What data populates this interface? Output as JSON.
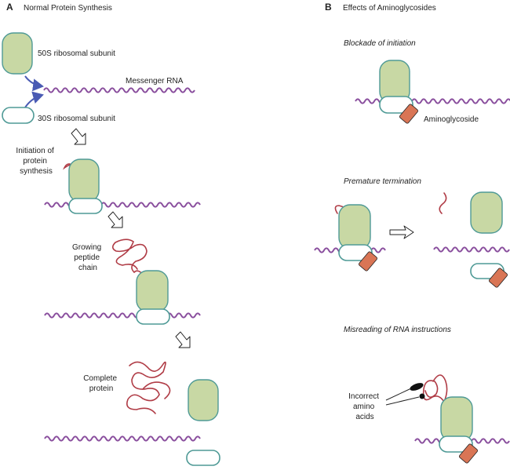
{
  "colors": {
    "ribosome_large": "#c8d8a4",
    "ribosome_stroke": "#4f9a96",
    "small_subunit_stroke": "#4f9a96",
    "mrna": "#8a4f9e",
    "peptide": "#b03c46",
    "aminoglycoside": "#d97555",
    "arrow_blue": "#4a5bb4",
    "amino_acid": "#111111"
  },
  "panel_a": {
    "letter": "A",
    "title": "Normal Protein Synthesis",
    "large_subunit_label": "50S ribosomal subunit",
    "mrna_label": "Messenger RNA",
    "small_subunit_label": "30S ribosomal subunit",
    "initiation_label": [
      "Initiation of",
      "protein",
      "synthesis"
    ],
    "growing_label": [
      "Growing",
      "peptide",
      "chain"
    ],
    "complete_label": [
      "Complete",
      "protein"
    ]
  },
  "panel_b": {
    "letter": "B",
    "title": "Effects of Aminoglycosides",
    "blockade_title": "Blockade of initiation",
    "aminoglycoside_label": "Aminoglycoside",
    "premature_title": "Premature termination",
    "misreading_title": "Misreading of RNA instructions",
    "incorrect_label": [
      "Incorrect",
      "amino",
      "acids"
    ]
  }
}
